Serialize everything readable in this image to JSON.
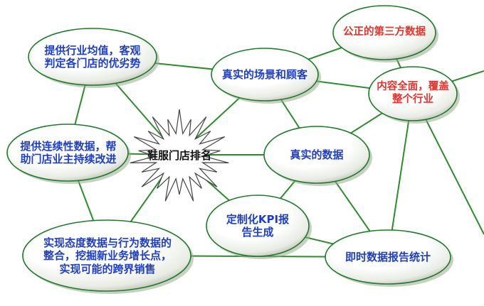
{
  "center": {
    "label": "鞋服门店排名"
  },
  "nodes": {
    "industry_avg": {
      "label": "提供行业均值，客观\n判定各门店的优劣势"
    },
    "real_scene": {
      "label": "真实的场景和顾客"
    },
    "fair_third_party": {
      "label": "公正的第三方数据"
    },
    "full_coverage": {
      "label": "内容全面，覆盖\n整个行业"
    },
    "continuous_data": {
      "label": "提供连续性数据，帮\n助门店业主持续改进"
    },
    "real_data": {
      "label": "真实的数据"
    },
    "custom_kpi": {
      "label": "定制化KPI报\n告生成"
    },
    "instant_report": {
      "label": "即时数据报告统计"
    },
    "integration": {
      "label": "实现态度数据与行为数据的\n整合，挖掘新业务增长点，\n实现可能的跨界销售"
    }
  },
  "colors": {
    "node_fill": "#ffffff",
    "node_shade": "#9aa892",
    "node_outline": "#1f7a2a",
    "connector": "#2e8b2e",
    "text_blue": "#1f3fbf",
    "text_red": "#e1352f",
    "text_center": "#111111"
  }
}
